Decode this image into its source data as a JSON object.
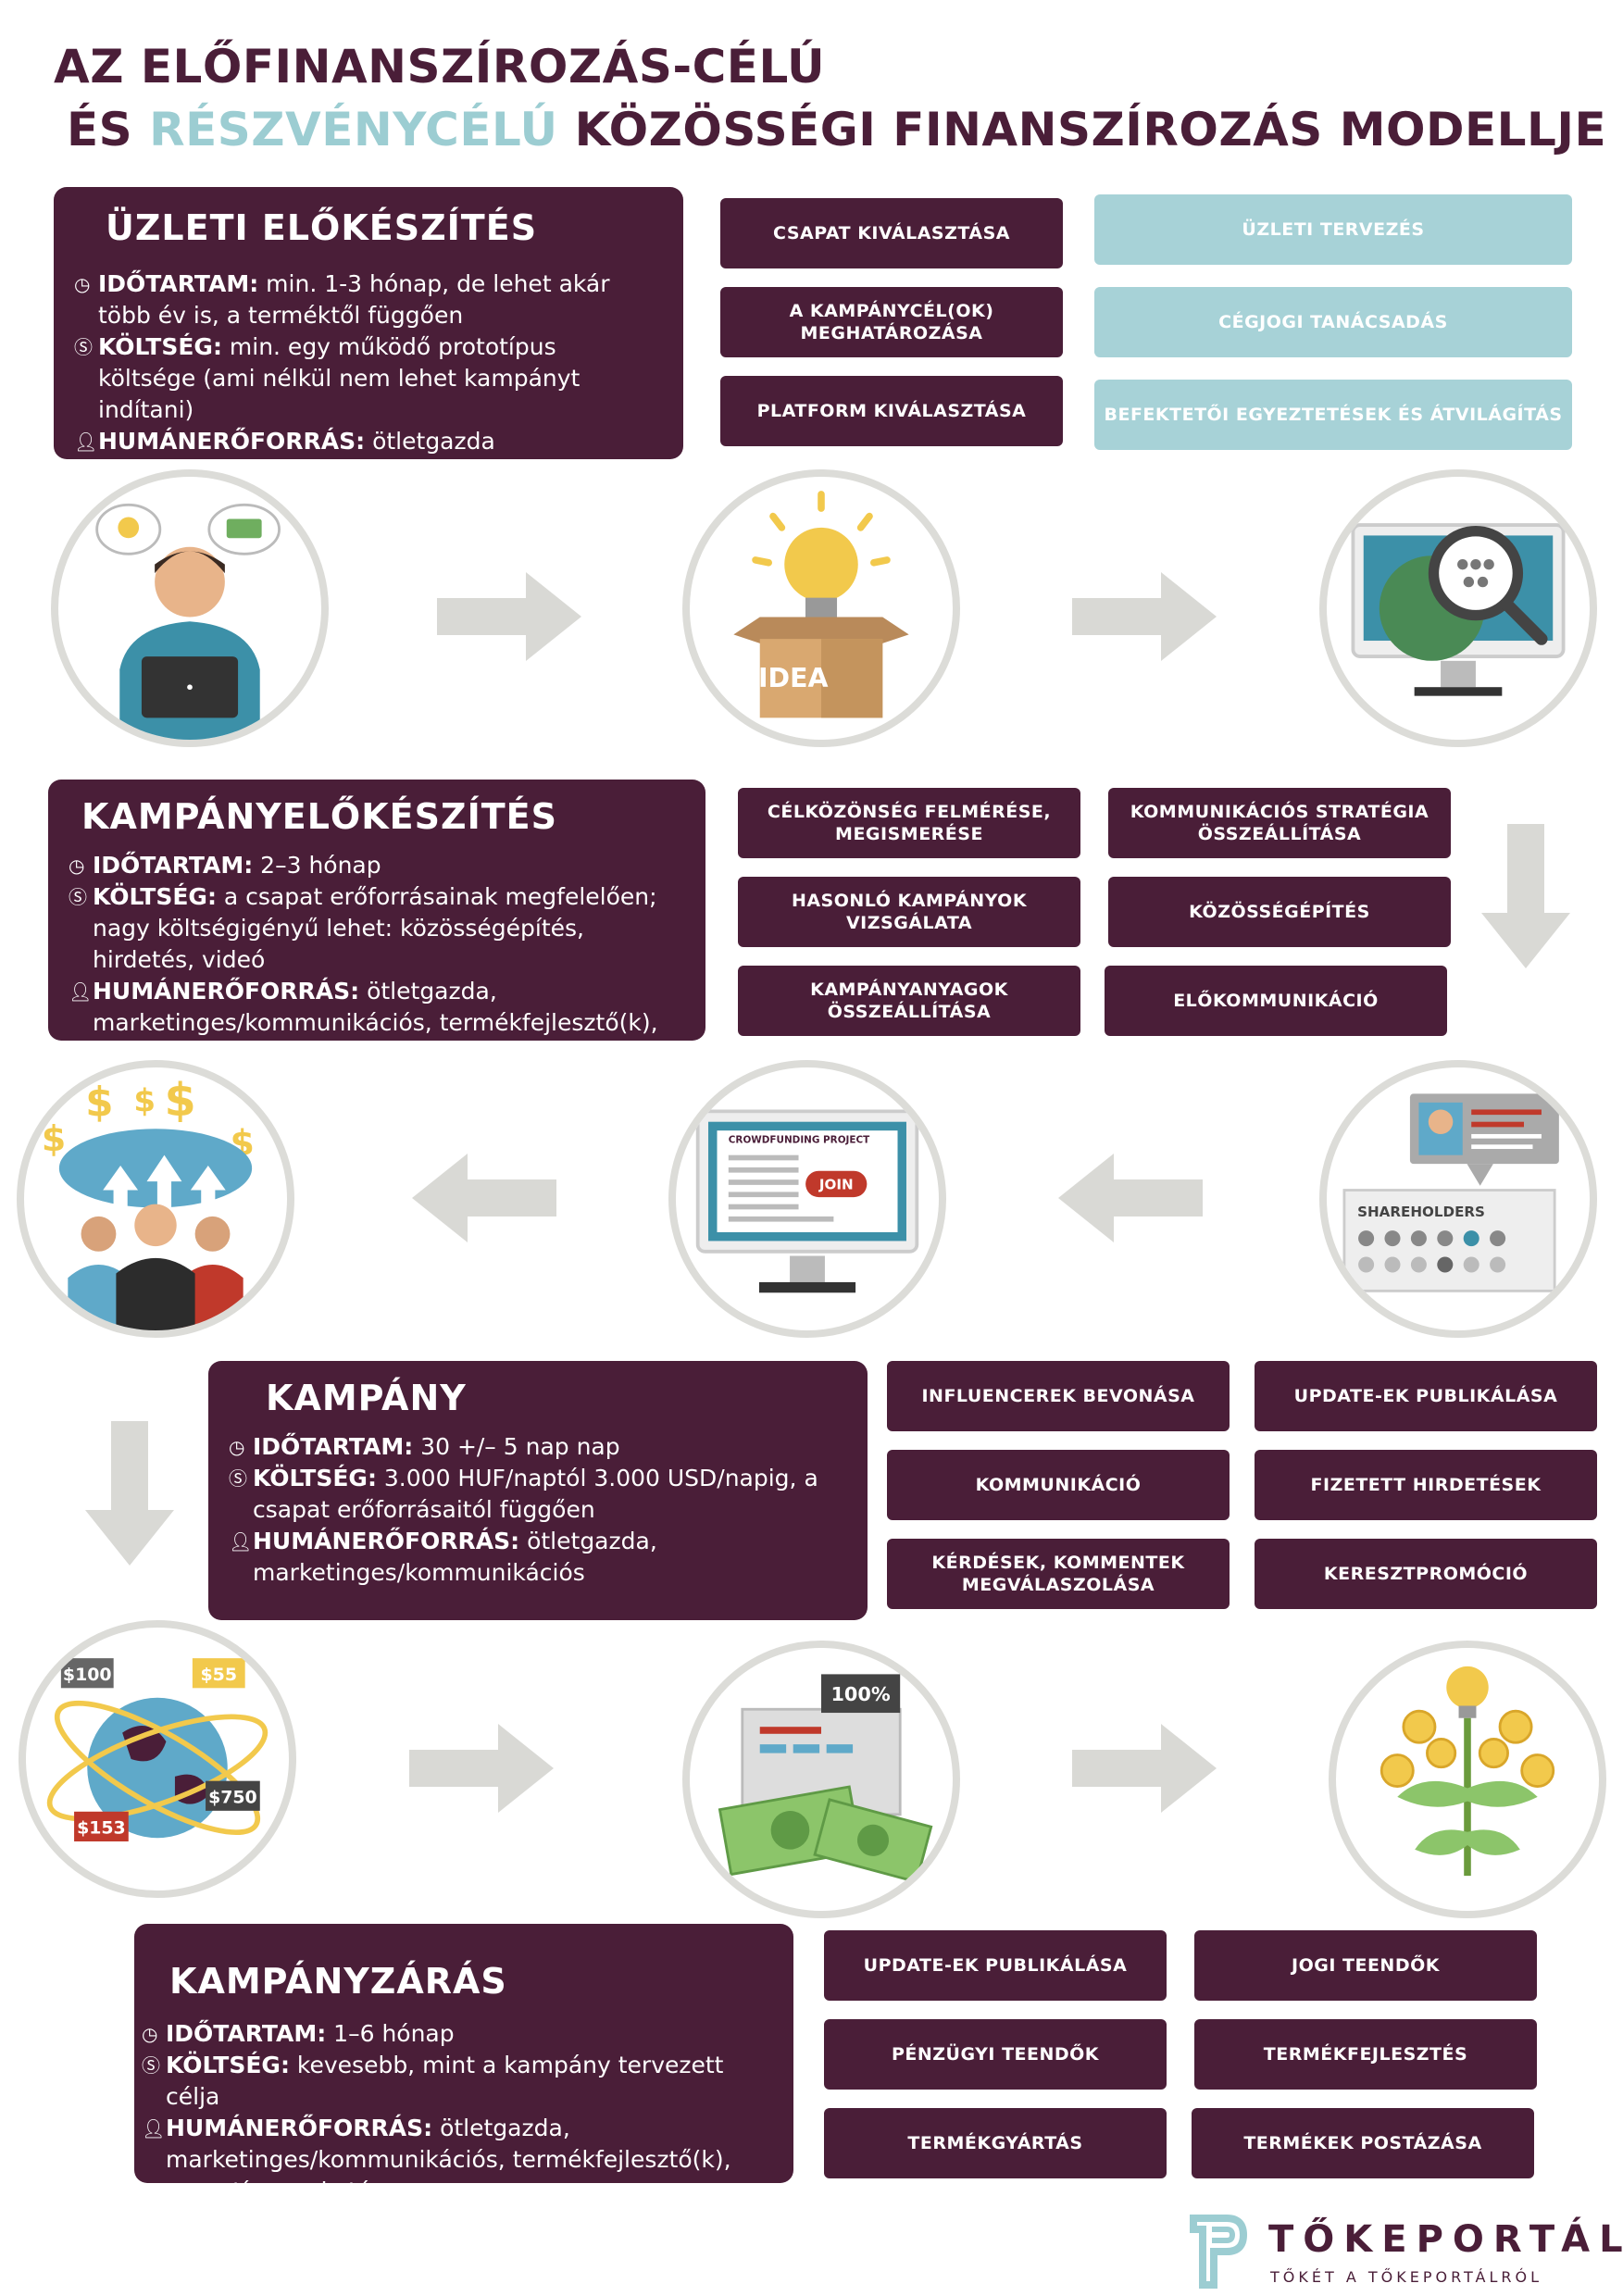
{
  "title": {
    "line1": "AZ ELŐFINANSZÍROZÁS-CÉLÚ",
    "line2_a": "ÉS ",
    "line2_highlight": "RÉSZVÉNYCÉLÚ",
    "line2_b": " KÖZÖSSÉGI FINANSZÍROZÁS MODELLJE"
  },
  "stages": [
    {
      "title": "ÜZLETI ELŐKÉSZÍTÉS",
      "duration_label": "IDŐTARTAM:",
      "duration": " min. 1-3 hónap, de lehet akár több év is, a terméktől függően",
      "cost_label": "KÖLTSÉG:",
      "cost": " min. egy működő prototípus költsége (ami nélkül nem lehet kampányt indítani)",
      "hr_label": "HUMÁNERŐFORRÁS:",
      "hr": " ötletgazda"
    },
    {
      "title": "KAMPÁNYELŐKÉSZÍTÉS",
      "duration_label": "IDŐTARTAM:",
      "duration": " 2–3 hónap",
      "cost_label": "KÖLTSÉG:",
      "cost": " a csapat erőforrásainak megfelelően; nagy költségigényű lehet: közösségépítés, hirdetés, videó",
      "hr_label": "HUMÁNERŐFORRÁS:",
      "hr": " ötletgazda, marketinges/kommunikációs, termékfejlesztő(k), grafikus, videó"
    },
    {
      "title": "KAMPÁNY",
      "duration_label": "IDŐTARTAM:",
      "duration": " 30 +/– 5 nap nap",
      "cost_label": "KÖLTSÉG:",
      "cost": " 3.000 HUF/naptól 3.000 USD/napig, a csapat erőforrásaitól függően",
      "hr_label": "HUMÁNERŐFORRÁS:",
      "hr": " ötletgazda, marketinges/kommunikációs"
    },
    {
      "title": "KAMPÁNYZÁRÁS",
      "duration_label": "IDŐTARTAM:",
      "duration": " 1–6 hónap",
      "cost_label": "KÖLTSÉG:",
      "cost": " kevesebb, mint a kampány tervezett célja",
      "hr_label": "HUMÁNERŐFORRÁS:",
      "hr": " ötletgazda, marketinges/kommunikációs, termékfejlesztő(k), operatív munkatárs"
    }
  ],
  "tasks": {
    "business_dark": [
      "CSAPAT KIVÁLASZTÁSA",
      "A KAMPÁNYCÉL(OK) MEGHATÁROZÁSA",
      "PLATFORM KIVÁLASZTÁSA"
    ],
    "business_teal": [
      "ÜZLETI TERVEZÉS",
      "CÉGJOGI TANÁCSADÁS",
      "BEFEKTETŐI EGYEZTETÉSEK ÉS ÁTVILÁGÍTÁS"
    ],
    "prep_left": [
      "CÉLKÖZÖNSÉG FELMÉRÉSE, MEGISMERÉSE",
      "HASONLÓ KAMPÁNYOK VIZSGÁLATA",
      "KAMPÁNYANYAGOK ÖSSZEÁLLÍTÁSA"
    ],
    "prep_right": [
      "KOMMUNIKÁCIÓS STRATÉGIA ÖSSZEÁLLÍTÁSA",
      "KÖZÖSSÉGÉPÍTÉS",
      "ELŐKOMMUNIKÁCIÓ"
    ],
    "campaign_left": [
      "INFLUENCEREK BEVONÁSA",
      "KOMMUNIKÁCIÓ",
      "KÉRDÉSEK, KOMMENTEK MEGVÁLASZOLÁSA"
    ],
    "campaign_right": [
      "UPDATE-EK PUBLIKÁLÁSA",
      "FIZETETT HIRDETÉSEK",
      "KERESZTPROMÓCIÓ"
    ],
    "close_left": [
      "UPDATE-EK PUBLIKÁLÁSA",
      "PÉNZÜGYI TEENDŐK",
      "TERMÉKGYÁRTÁS"
    ],
    "close_right": [
      "JOGI TEENDŐK",
      "TERMÉKFEJLESZTÉS",
      "TERMÉKEK POSTÁZÁSA"
    ]
  },
  "illustrations": {
    "idea_box": "IDEA",
    "crowdfunding_header": "CROWDFUNDING PROJECT",
    "join_button": "JOIN",
    "shareholders": "SHAREHOLDERS",
    "price_tags": [
      "$100",
      "$55",
      "$750",
      "$153"
    ],
    "percent_badge": "100%"
  },
  "logo": {
    "name": "TŐKEPORTÁL",
    "tagline": "TŐKÉT A TŐKEPORTÁLRÓL",
    "brand_color": "#4a1e38",
    "accent_color": "#9ccdd2"
  },
  "colors": {
    "primary": "#4a1e38",
    "teal": "#a7d2d7",
    "arrow_gray": "#d9d9d5"
  }
}
